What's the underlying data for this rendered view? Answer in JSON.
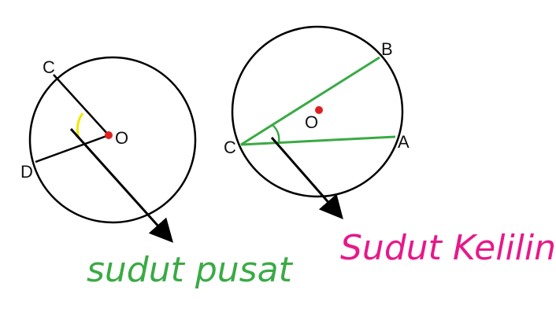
{
  "colors": {
    "stroke": "#000000",
    "center_dot": "#e02020",
    "central_angle_arc": "#f2e600",
    "inscribed_chords": "#3aaa45",
    "central_caption": "#3aaa45",
    "inscribed_caption": "#e6198a"
  },
  "central_angle": {
    "labels": {
      "c": "C",
      "d": "D",
      "o": "O"
    },
    "caption": "sudut pusat"
  },
  "inscribed_angle": {
    "labels": {
      "a": "A",
      "b": "B",
      "c": "C",
      "o": "O"
    },
    "caption": "Sudut Keliling"
  }
}
